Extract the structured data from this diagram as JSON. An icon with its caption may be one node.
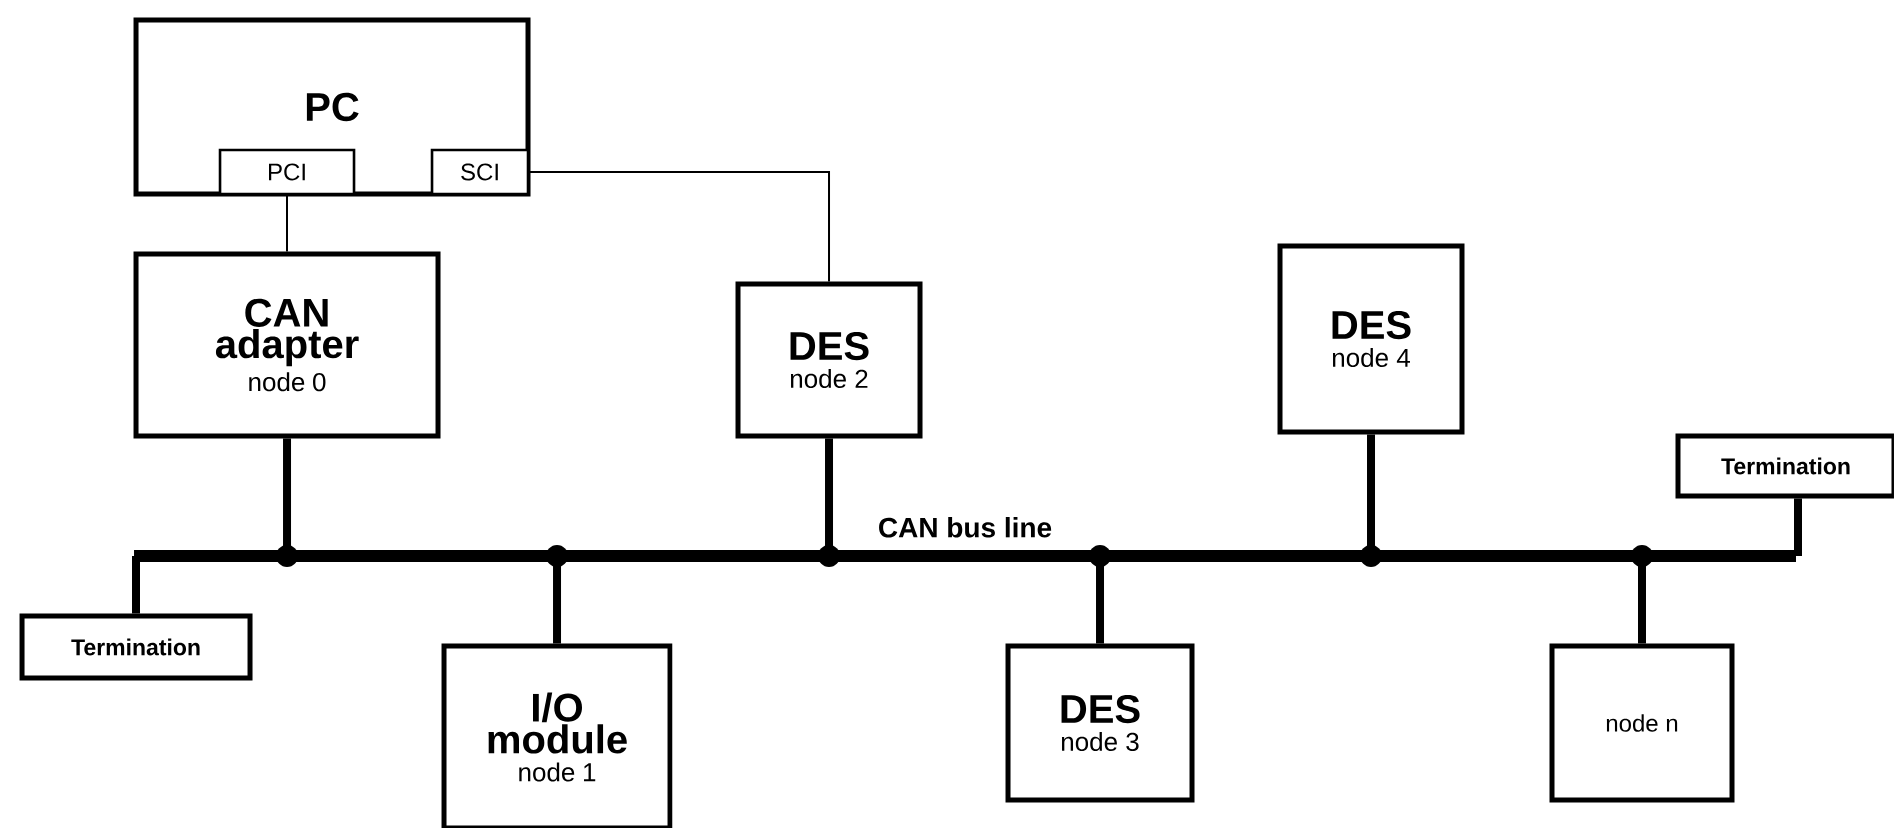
{
  "diagram": {
    "nodes": [
      {
        "text": [
          "PC"
        ]
      },
      {
        "text": [
          "PCI"
        ],
        "in": 0
      },
      {
        "text": [
          "SCI"
        ],
        "in": 0
      },
      {
        "text": [
          "CAN adapter",
          "node 0"
        ]
      },
      {
        "text": [
          "DES",
          "node 2"
        ]
      },
      {
        "text": [
          "DES",
          "node 4"
        ]
      },
      {
        "text": [
          "Termination"
        ]
      },
      {
        "text": [],
        "shape": "bar",
        "beside": [
          "CAN bus line"
        ]
      },
      {
        "text": [
          "Termination"
        ]
      },
      {
        "text": [
          "I/O module",
          "node 1"
        ]
      },
      {
        "text": [
          "DES",
          "node 3"
        ]
      },
      {
        "text": [
          "node n"
        ]
      }
    ],
    "edges": [
      {
        "from": 1,
        "to": 3,
        "arrow": "none"
      },
      {
        "from": 2,
        "to": 4,
        "arrow": "none"
      },
      {
        "from": 3,
        "to": 7,
        "arrow": "other"
      },
      {
        "from": 4,
        "to": 7,
        "arrow": "other"
      },
      {
        "from": 5,
        "to": 7,
        "arrow": "other"
      },
      {
        "from": 6,
        "to": 7,
        "arrow": "none"
      },
      {
        "from": 8,
        "to": 7,
        "arrow": "none"
      },
      {
        "from": 9,
        "to": 7,
        "arrow": "other"
      },
      {
        "from": 10,
        "to": 7,
        "arrow": "other"
      },
      {
        "from": 11,
        "to": 7,
        "arrow": "other"
      }
    ]
  }
}
